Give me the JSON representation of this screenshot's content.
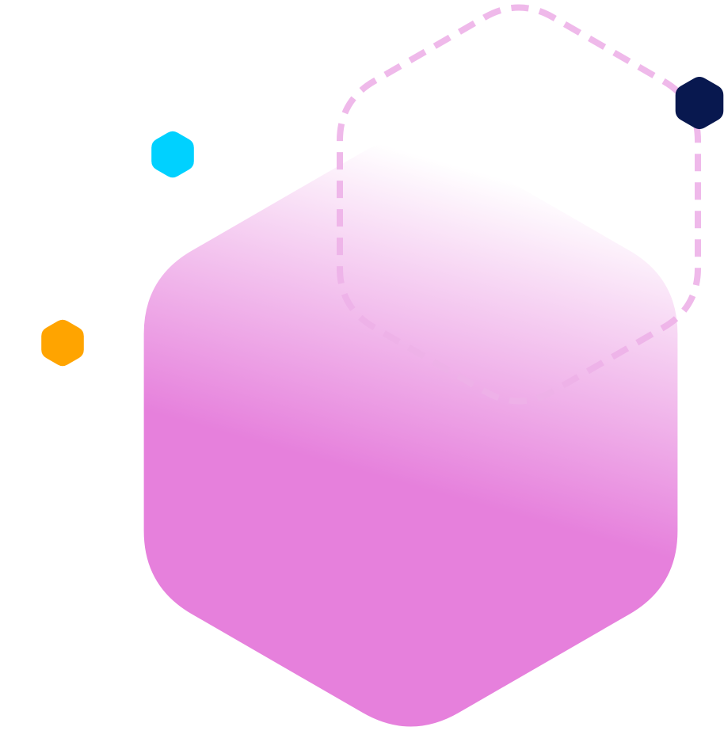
{
  "illustration": {
    "shapes": [
      {
        "name": "large-gradient-hexagon",
        "fill_from": "#FFFFFF",
        "fill_to": "#E680DC"
      },
      {
        "name": "dashed-outline-hexagon",
        "stroke": "#EDB1E8"
      },
      {
        "name": "cyan-hexagon",
        "fill": "#00D1FF"
      },
      {
        "name": "orange-hexagon",
        "fill": "#FFA400"
      },
      {
        "name": "navy-hexagon",
        "fill": "#08184F"
      }
    ]
  }
}
